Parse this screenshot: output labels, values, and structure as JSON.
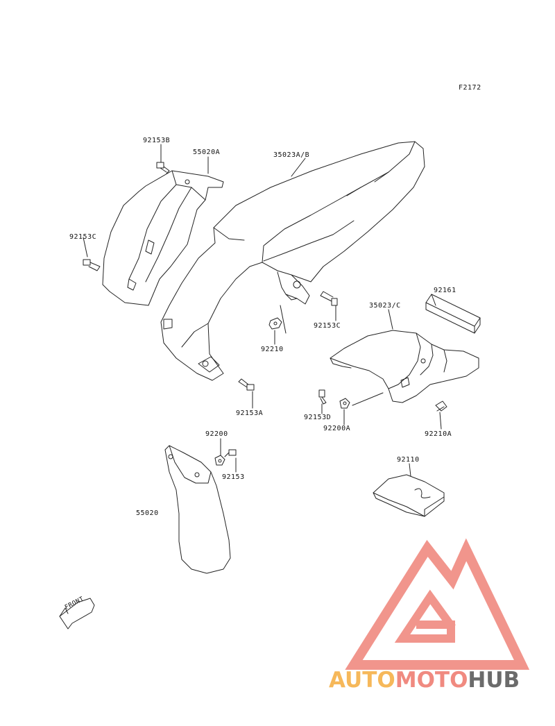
{
  "figure_code": "F2172",
  "parts": {
    "p92153B": "92153B",
    "p55020A": "55020A",
    "p35023AB": "35023A/B",
    "p92153C_left": "92153C",
    "p92153C_mid": "92153C",
    "p92161": "92161",
    "p35023C": "35023/C",
    "p92210": "92210",
    "p92153A": "92153A",
    "p92153D": "92153D",
    "p92200A": "92200A",
    "p92210A": "92210A",
    "p92200": "92200",
    "p92153": "92153",
    "p55020": "55020",
    "p92110": "92110"
  },
  "front_arrow": "FRONT",
  "watermark": {
    "part1": "AUTO",
    "part2": "MOTO",
    "part3": "HUB",
    "color1": "#f6b85a",
    "color2": "#f08a80",
    "color3": "#6b6b6b",
    "logo_color": "#f08a80"
  }
}
